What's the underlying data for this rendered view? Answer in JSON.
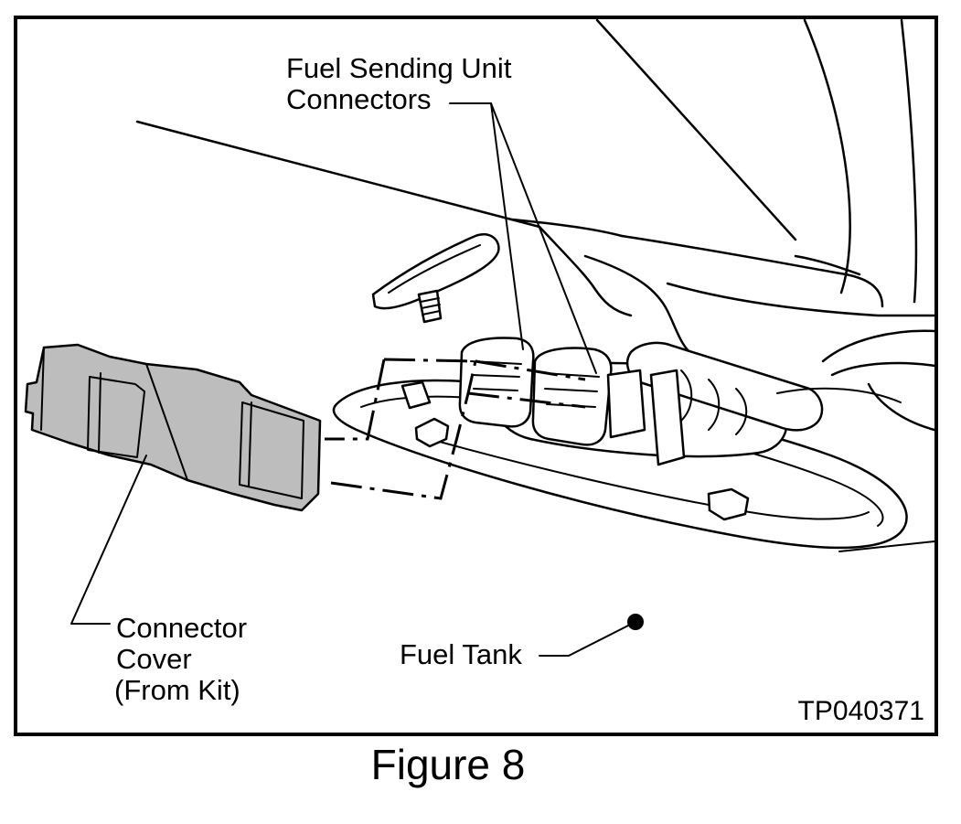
{
  "figure": {
    "labels": {
      "fuel_sending_unit_line1": "Fuel Sending Unit",
      "fuel_sending_unit_line2": "Connectors",
      "connector_cover_line1": "Connector",
      "connector_cover_line2": "Cover",
      "connector_cover_line3": "(From Kit)",
      "fuel_tank": "Fuel Tank",
      "part_code": "TP040371"
    },
    "caption": "Figure 8"
  },
  "colors": {
    "line": "#000000",
    "cover_fill": "#bdbdbd",
    "background": "#ffffff"
  }
}
